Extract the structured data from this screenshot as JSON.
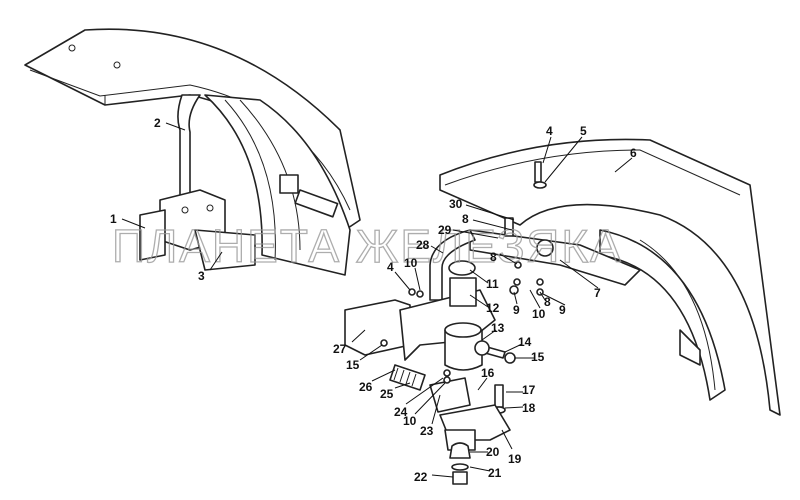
{
  "watermark": "ПЛАНЕТА ЖЕЛЕЗЯКА",
  "callouts": [
    {
      "number": "1"
    },
    {
      "number": "2"
    },
    {
      "number": "3"
    },
    {
      "number": "4"
    },
    {
      "number": "5"
    },
    {
      "number": "6"
    },
    {
      "number": "30"
    },
    {
      "number": "8"
    },
    {
      "number": "29"
    },
    {
      "number": "28"
    },
    {
      "number": "4"
    },
    {
      "number": "10"
    },
    {
      "number": "11"
    },
    {
      "number": "12"
    },
    {
      "number": "7"
    },
    {
      "number": "8"
    },
    {
      "number": "9"
    },
    {
      "number": "10"
    },
    {
      "number": "9"
    },
    {
      "number": "8"
    },
    {
      "number": "13"
    },
    {
      "number": "14"
    },
    {
      "number": "15"
    },
    {
      "number": "27"
    },
    {
      "number": "15"
    },
    {
      "number": "26"
    },
    {
      "number": "25"
    },
    {
      "number": "24"
    },
    {
      "number": "10"
    },
    {
      "number": "23"
    },
    {
      "number": "16"
    },
    {
      "number": "17"
    },
    {
      "number": "18"
    },
    {
      "number": "19"
    },
    {
      "number": "20"
    },
    {
      "number": "21"
    },
    {
      "number": "22"
    }
  ]
}
